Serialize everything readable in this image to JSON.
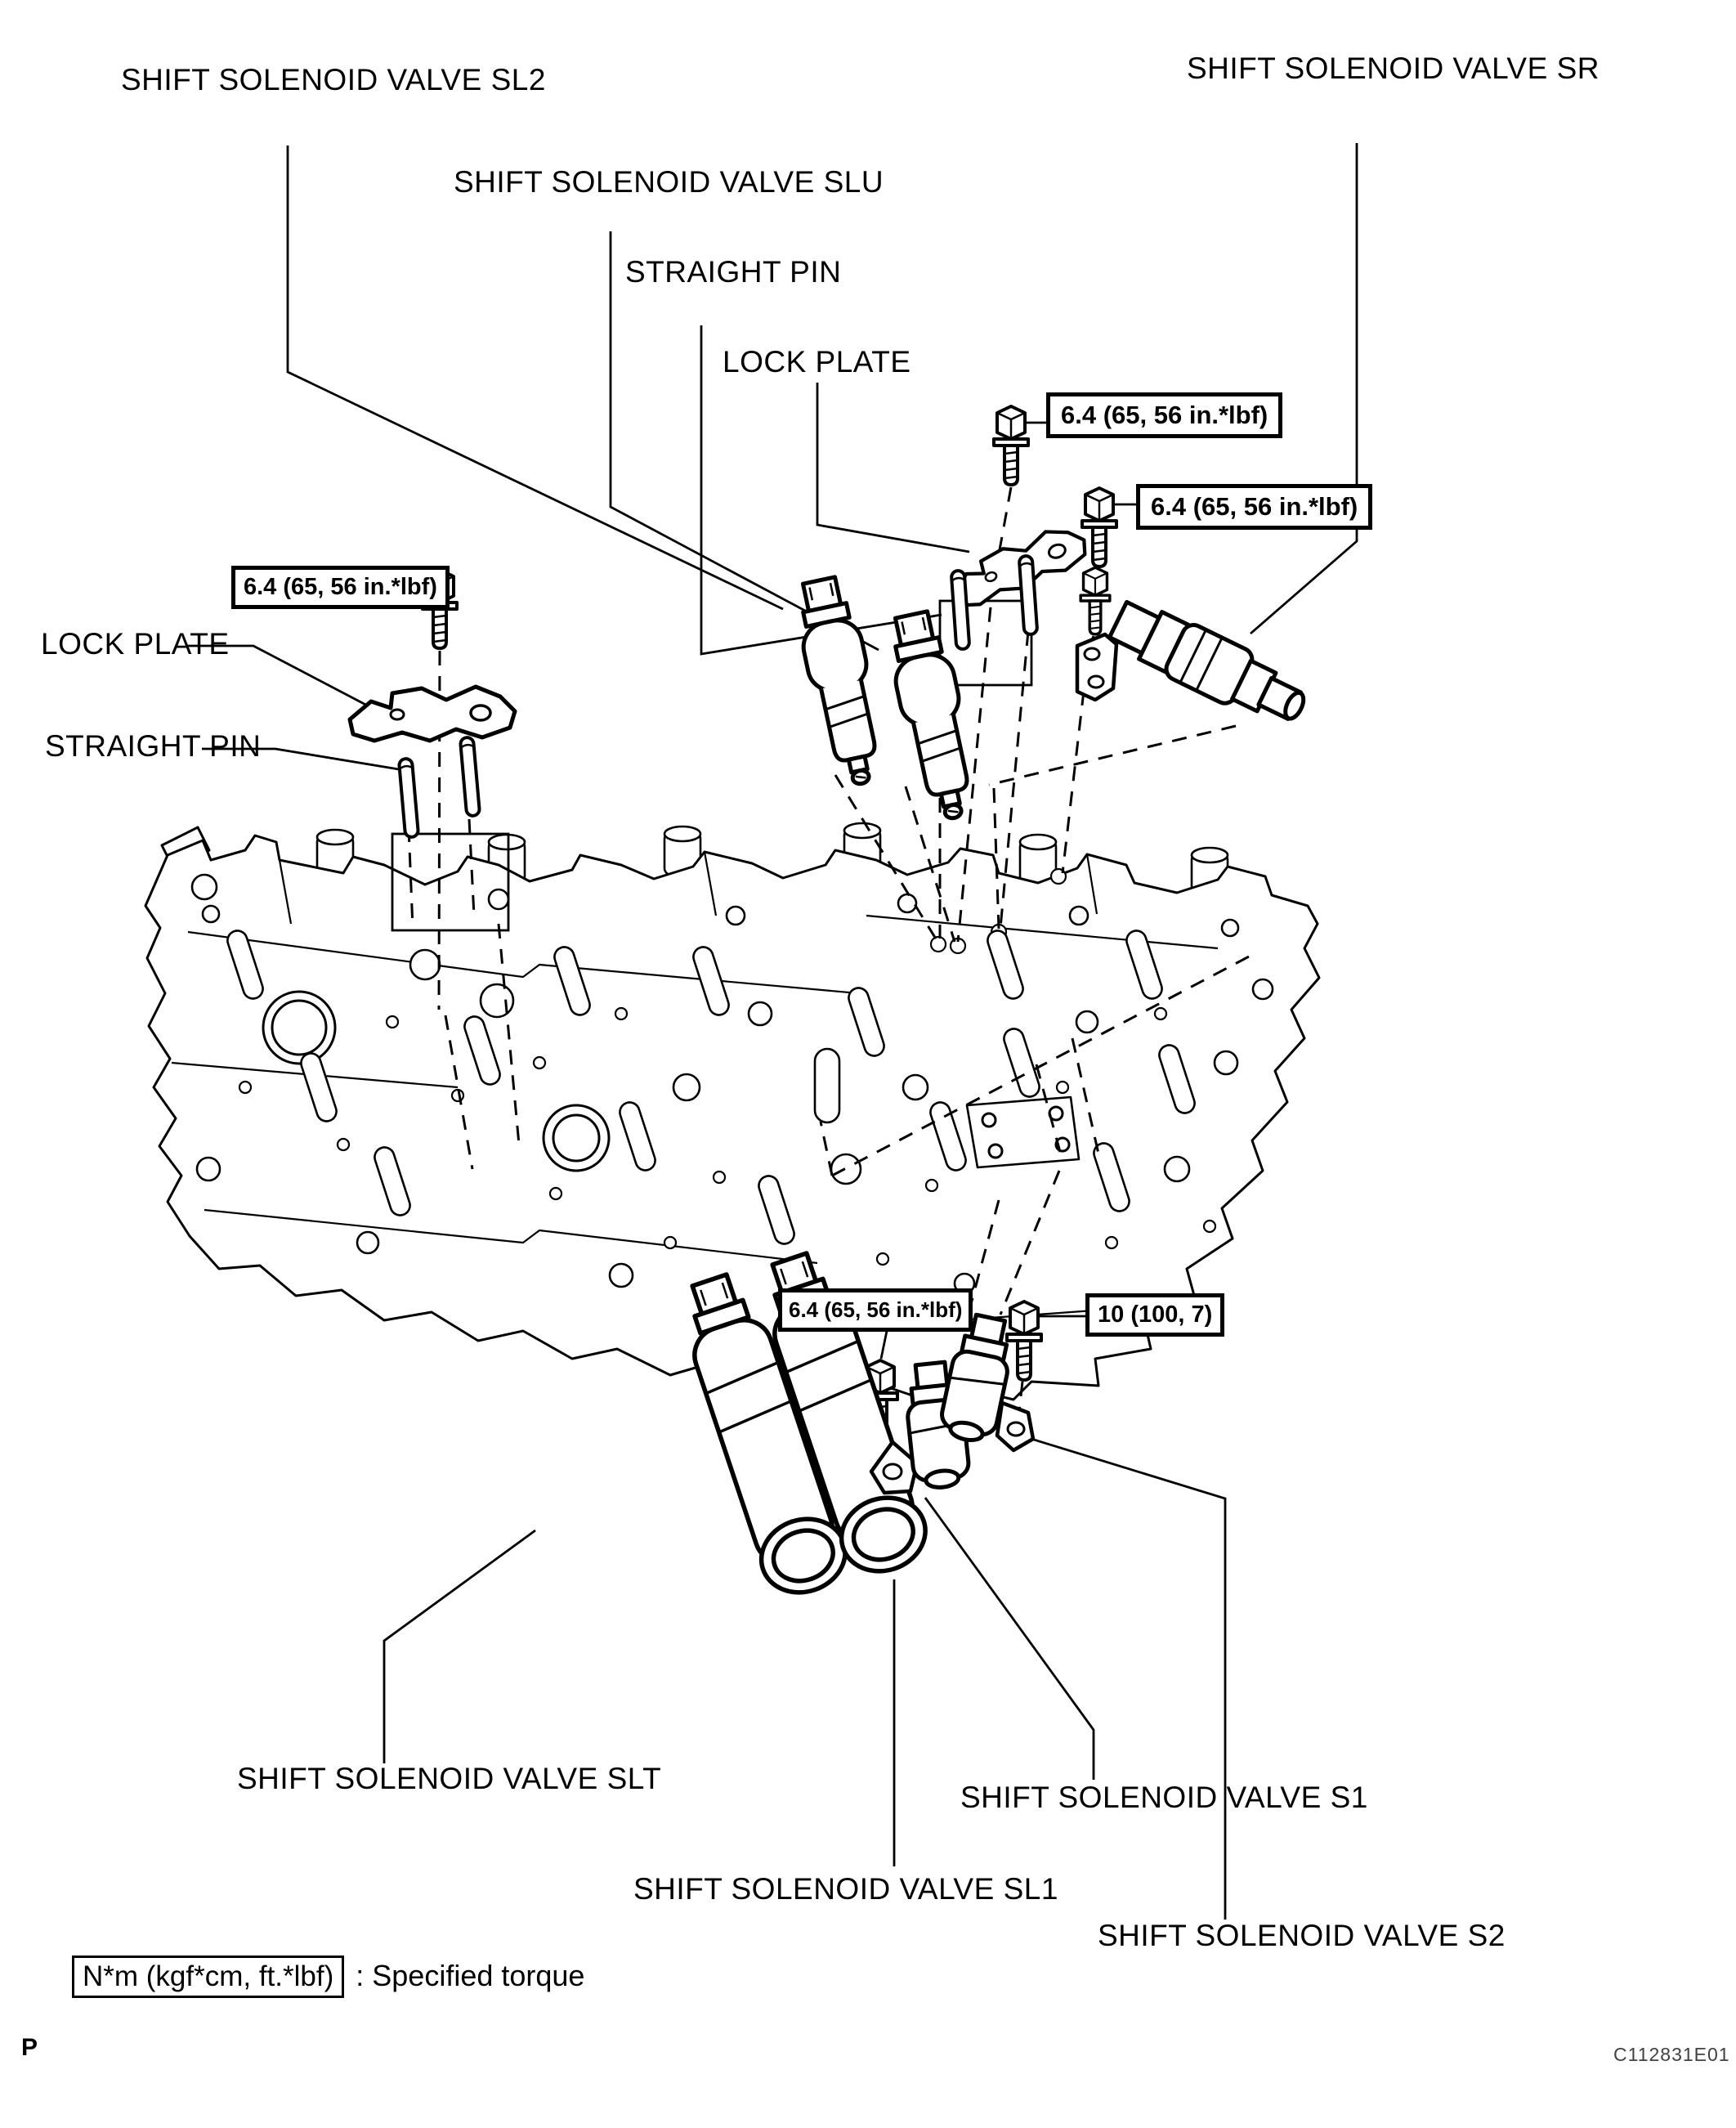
{
  "labels": {
    "sl2": "SHIFT SOLENOID VALVE SL2",
    "sr": "SHIFT SOLENOID VALVE SR",
    "slu": "SHIFT SOLENOID VALVE SLU",
    "straight_pin_top": "STRAIGHT PIN",
    "lock_plate_top": "LOCK PLATE",
    "lock_plate_left": "LOCK PLATE",
    "straight_pin_left": "STRAIGHT PIN",
    "slt": "SHIFT SOLENOID VALVE SLT",
    "sl1": "SHIFT SOLENOID VALVE SL1",
    "s1": "SHIFT SOLENOID VALVE S1",
    "s2": "SHIFT SOLENOID VALVE S2"
  },
  "torque_callouts": {
    "t64_top": "6.4 (65, 56 in.*lbf)",
    "t64_right": "6.4 (65, 56 in.*lbf)",
    "t64_left": "6.4 (65, 56 in.*lbf)",
    "t64_bottom": "6.4 (65, 56 in.*lbf)",
    "t10": "10 (100, 7)"
  },
  "legend": {
    "box_label": "N*m (kgf*cm, ft.*lbf)",
    "description": ": Specified torque"
  },
  "footer": {
    "page_marker": "P",
    "figure_code": "C112831E01"
  },
  "colors": {
    "line": "#000000",
    "background": "#ffffff",
    "figure_code_text": "#414141"
  }
}
